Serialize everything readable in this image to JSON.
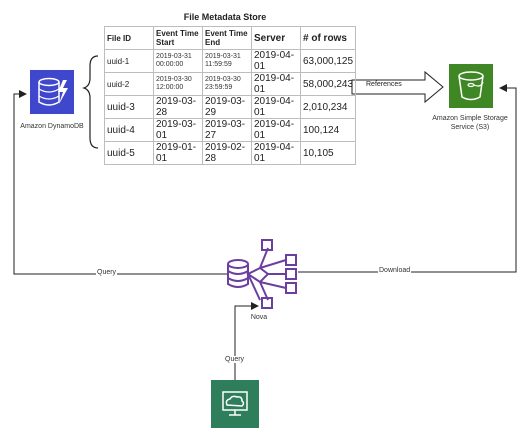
{
  "table": {
    "title": "File Metadata Store",
    "headers": [
      "File ID",
      "Event Time Start",
      "Event Time End",
      "Server",
      "# of rows"
    ],
    "rows": [
      [
        "uuid-1",
        "2019-03-31 00:00:00",
        "2019-03-31 11:59:59",
        "2019-04-01",
        "63,000,125"
      ],
      [
        "uuid-2",
        "2019-03-30 12:00:00",
        "2019-03-30 23:59:59",
        "2019-04-01",
        "58,000,243"
      ],
      [
        "uuid-3",
        "2019-03-28",
        "2019-03-29",
        "2019-04-01",
        "2,010,234"
      ],
      [
        "uuid-4",
        "2019-03-01",
        "2019-03-27",
        "2019-04-01",
        "100,124"
      ],
      [
        "uuid-5",
        "2019-01-01",
        "2019-02-28",
        "2019-04-01",
        "10,105"
      ]
    ]
  },
  "nodes": {
    "dynamodb": "Amazon DynamoDB",
    "s3": "Amazon Simple Storage Service (S3)",
    "nova": "Nova"
  },
  "edges": {
    "references": "References",
    "query_left": "Query",
    "download": "Download",
    "query_bottom": "Query"
  },
  "colors": {
    "dynamodb": "#3f48cc",
    "s3": "#3f8624",
    "nova": "#6b3fa0",
    "workspace": "#2e7d5b"
  },
  "icons": {
    "dynamodb": "dynamodb-icon",
    "s3": "bucket-icon",
    "nova": "nova-cluster-icon",
    "workspace": "workspaces-icon"
  }
}
